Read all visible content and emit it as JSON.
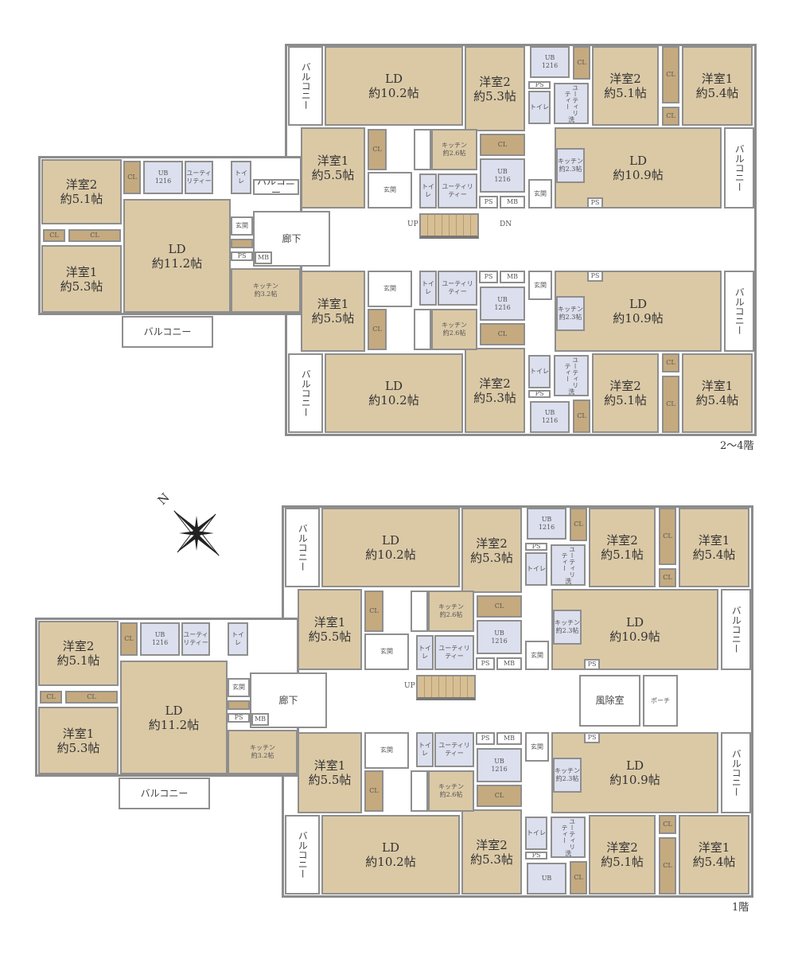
{
  "floors": [
    {
      "id": "upper",
      "label": "2〜4階"
    },
    {
      "id": "ground",
      "label": "1階"
    }
  ],
  "compass": {
    "label": "N"
  },
  "rooms": {
    "balcony": "バルコニー",
    "ld": "LD",
    "yo1": "洋室1",
    "yo2": "洋室2",
    "cl": "CL",
    "ub": "UB",
    "ub1216": "1216",
    "toilet": "トイレ",
    "utility": "ユーティリティー",
    "utility_v": "ユーティリティー",
    "wash": "洗",
    "kitchen": "キッチン",
    "entrance": "玄関",
    "ps": "PS",
    "mb": "MB",
    "corridor": "廊下",
    "up": "UP",
    "dn": "DN",
    "windbreak": "風除室",
    "porch": "ポーチ",
    "s102": "約10.2帖",
    "s53": "約5.3帖",
    "s51": "約5.1帖",
    "s54": "約5.4帖",
    "s55": "約5.5帖",
    "s109": "約10.9帖",
    "s112": "約11.2帖",
    "s26": "約2.6帖",
    "s23": "約2.3帖",
    "s32": "約3.2帖"
  }
}
